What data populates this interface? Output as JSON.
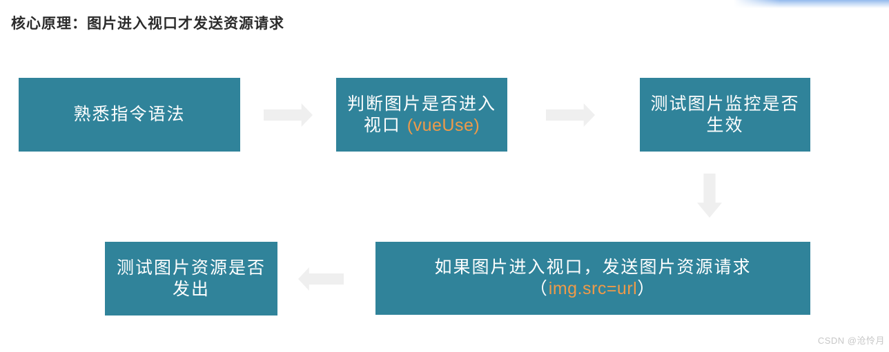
{
  "title": "核心原理：图片进入视口才发送资源请求",
  "watermark": "CSDN @沧怜月",
  "colors": {
    "box_bg": "#30839A",
    "accent_orange": "#EF9A49",
    "arrow_gray": "#EFEFEF"
  },
  "flow": {
    "step1": {
      "line1": "熟悉指令语法"
    },
    "step2": {
      "line1": "判断图片是否进入",
      "line2_prefix": "视口 ",
      "line2_code": "(vueUse)"
    },
    "step3": {
      "line1": "测试图片监控是否",
      "line2": "生效"
    },
    "step4": {
      "line1": "如果图片进入视口，发送图片资源请求",
      "line2_open": "（",
      "line2_code": "img.src=url",
      "line2_close": "）"
    },
    "step5": {
      "line1": "测试图片资源是否",
      "line2": "发出"
    }
  }
}
